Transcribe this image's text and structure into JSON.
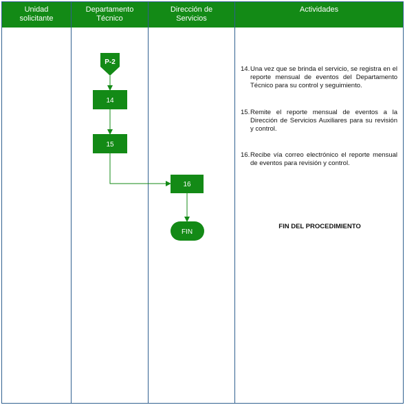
{
  "lanes": [
    {
      "label_line1": "Unidad",
      "label_line2": "solicitante"
    },
    {
      "label_line1": "Departamento",
      "label_line2": "Técnico"
    },
    {
      "label_line1": "Dirección de",
      "label_line2": "Servicios"
    },
    {
      "label_line1": "Actividades",
      "label_line2": ""
    }
  ],
  "colors": {
    "header_green": "#138a16",
    "node_green": "#138a16",
    "border_blue": "#2f5f8f"
  },
  "nodes": {
    "connector": "P-2",
    "step14": "14",
    "step15": "15",
    "step16": "16",
    "end": "FIN"
  },
  "activities": [
    {
      "num": "14.",
      "text": "Una vez que se brinda el servicio, se registra en el reporte mensual de eventos del Departamento Técnico para su control y seguimiento."
    },
    {
      "num": "15.",
      "text": "Remite el reporte mensual de eventos a la Dirección de Servicios Auxiliares para su revisión y control."
    },
    {
      "num": "16.",
      "text": "Recibe vía correo electrónico el reporte mensual de eventos para revisión y control."
    }
  ],
  "end_text": "FIN DEL PROCEDIMIENTO"
}
